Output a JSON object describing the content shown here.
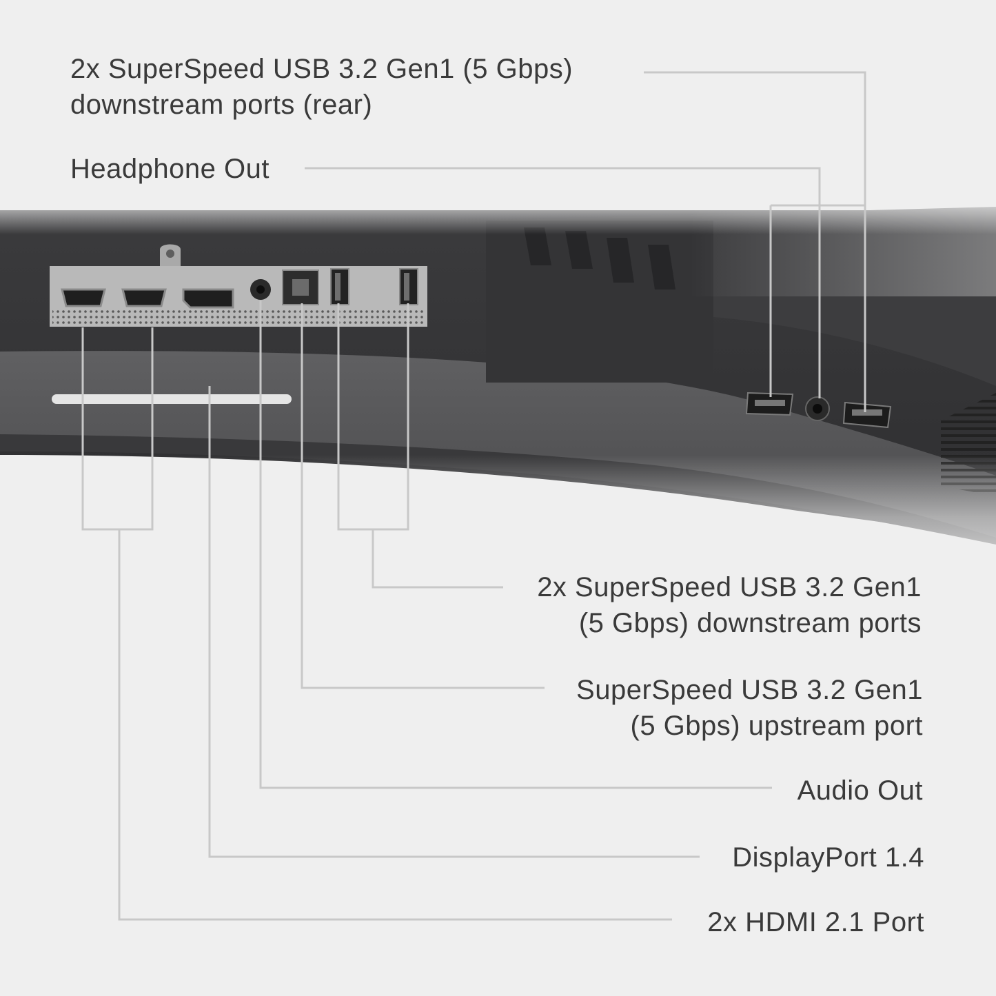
{
  "callouts": {
    "usb_rear": {
      "line1": "2x SuperSpeed USB 3.2 Gen1 (5 Gbps)",
      "line2": "downstream ports (rear)"
    },
    "headphone": {
      "line1": "Headphone Out"
    },
    "usb_down": {
      "line1": "2x SuperSpeed USB 3.2 Gen1",
      "line2": "(5 Gbps) downstream ports"
    },
    "usb_up": {
      "line1": "SuperSpeed USB 3.2 Gen1",
      "line2": "(5 Gbps) upstream port"
    },
    "audio": {
      "line1": "Audio Out"
    },
    "displayport": {
      "line1": "DisplayPort 1.4"
    },
    "hdmi": {
      "line1": "2x HDMI 2.1 Port"
    }
  },
  "colors": {
    "background": "#efefef",
    "leader_line": "#c8c8c8",
    "text": "#3a3a3a",
    "monitor_body": "#4a4a4c",
    "port_panel": "#b9b9b9"
  }
}
